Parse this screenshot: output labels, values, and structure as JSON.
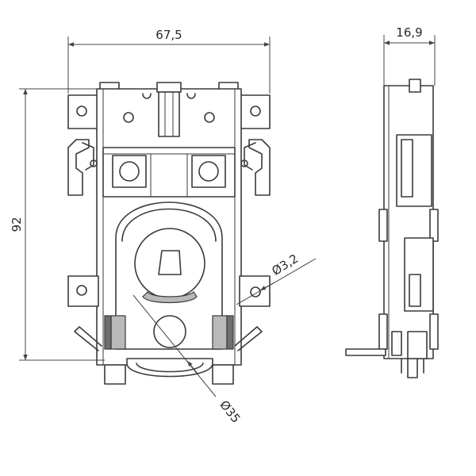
{
  "dimensions": {
    "width": "67,5",
    "height": "92",
    "depth": "16,9",
    "hole": "Ø3,2",
    "outer": "Ø35"
  },
  "colors": {
    "line": "#3a3a3a",
    "shade": "#b9b9b9",
    "dark": "#6e6e6e",
    "background": "#ffffff"
  }
}
